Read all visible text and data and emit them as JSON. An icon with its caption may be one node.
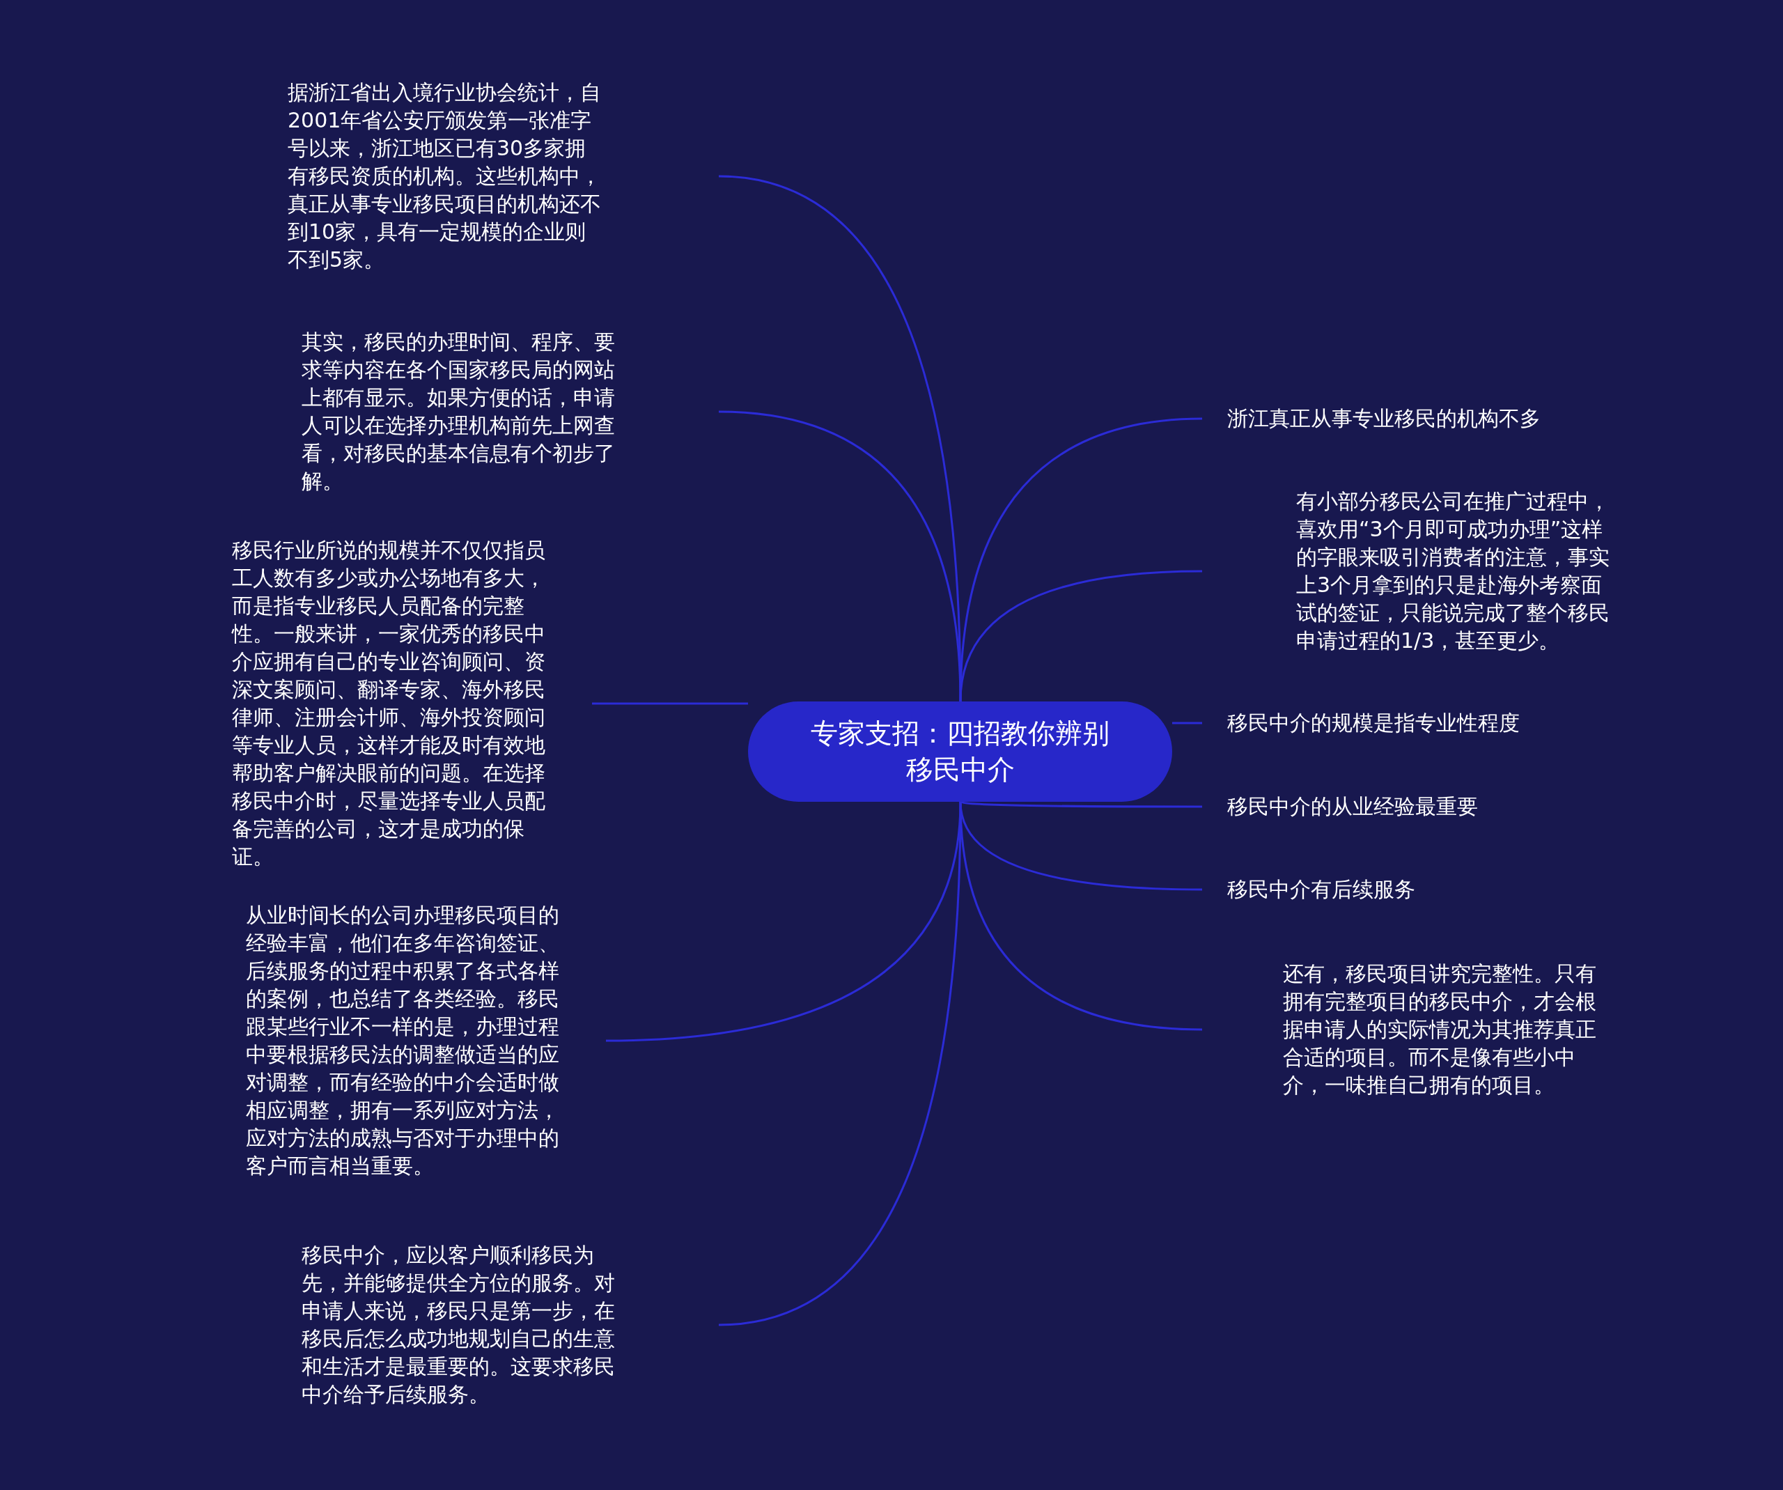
{
  "diagram": {
    "nodes": [
      {
        "text": [
          "专家支招：四招教你辨别移民中介"
        ]
      },
      {
        "text": [
          "据浙江省出入境行业协会统计，自2001年省公安厅颁发第一张准字号以来，浙江地区已有30多家拥有移民资质的机构。这些机构中，真正从事专业移民项目的机构还不到10家，具有一定规模的企业则不到5家。"
        ]
      },
      {
        "text": [
          "其实，移民的办理时间、程序、要求等内容在各个国家移民局的网站上都有显示。如果方便的话，申请人可以在选择办理机构前先上网查看，对移民的基本信息有个初步了解。"
        ]
      },
      {
        "text": [
          "移民行业所说的规模并不仅仅指员工人数有多少或办公场地有多大，而是指专业移民人员配备的完整性。一般来讲，一家优秀的移民中介应拥有自己的专业咨询顾问、资深文案顾问、翻译专家、海外移民律师、注册会计师、海外投资顾问等专业人员，这样才能及时有效地帮助客户解决眼前的问题。在选择移民中介时，尽量选择专业人员配备完善的公司，这才是成功的保证。"
        ]
      },
      {
        "text": [
          "从业时间长的公司办理移民项目的经验丰富，他们在多年咨询签证、后续服务的过程中积累了各式各样的案例，也总结了各类经验。移民跟某些行业不一样的是，办理过程中要根据移民法的调整做适当的应对调整，而有经验的中介会适时做相应调整，拥有一系列应对方法，应对方法的成熟与否对于办理中的客户而言相当重要。"
        ]
      },
      {
        "text": [
          "移民中介，应以客户顺利移民为先，并能够提供全方位的服务。对申请人来说，移民只是第一步，在移民后怎么成功地规划自己的生意和生活才是最重要的。这要求移民中介给予后续服务。"
        ]
      },
      {
        "text": [
          "浙江真正从事专业移民的机构不多"
        ]
      },
      {
        "text": [
          "有小部分移民公司在推广过程中，喜欢用“3个月即可成功办理”这样的字眼来吸引消费者的注意，事实上3个月拿到的只是赴海外考察面试的签证，只能说完成了整个移民申请过程的1/3，甚至更少。"
        ]
      },
      {
        "text": [
          "移民中介的规模是指专业性程度"
        ]
      },
      {
        "text": [
          "移民中介的从业经验最重要"
        ]
      },
      {
        "text": [
          "移民中介有后续服务"
        ]
      },
      {
        "text": [
          "还有，移民项目讲究完整性。只有拥有完整项目的移民中介，才会根据申请人的实际情况为其推荐真正合适的项目。而不是像有些小中介，一味推自己拥有的项目。"
        ]
      }
    ],
    "edges": [
      {
        "from": 0,
        "to": 1,
        "arrow": "none"
      },
      {
        "from": 0,
        "to": 2,
        "arrow": "none"
      },
      {
        "from": 0,
        "to": 3,
        "arrow": "none"
      },
      {
        "from": 0,
        "to": 4,
        "arrow": "none"
      },
      {
        "from": 0,
        "to": 5,
        "arrow": "none"
      },
      {
        "from": 0,
        "to": 6,
        "arrow": "none"
      },
      {
        "from": 0,
        "to": 7,
        "arrow": "none"
      },
      {
        "from": 0,
        "to": 8,
        "arrow": "none"
      },
      {
        "from": 0,
        "to": 9,
        "arrow": "none"
      },
      {
        "from": 0,
        "to": 10,
        "arrow": "none"
      },
      {
        "from": 0,
        "to": 11,
        "arrow": "none"
      }
    ]
  }
}
